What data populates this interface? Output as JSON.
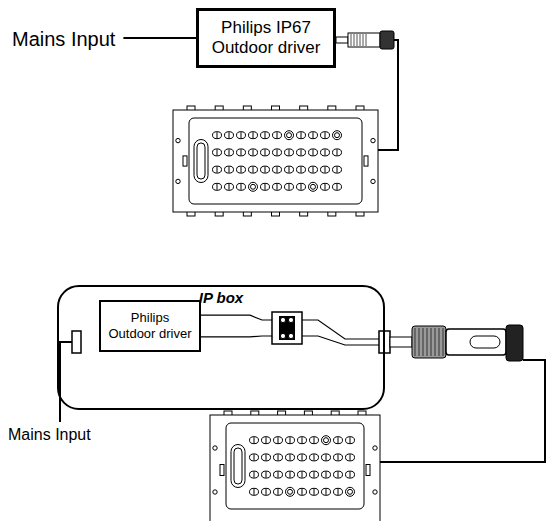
{
  "diagram": {
    "nodes": [
      {
        "text": [
          "Philips IP67 Outdoor driver"
        ]
      },
      {
        "text": [
          "IP box"
        ]
      },
      {
        "text": [
          "Philips Outdoor driver"
        ],
        "in": 1
      }
    ],
    "labels": [
      "Mains Input",
      "Mains Input"
    ]
  }
}
